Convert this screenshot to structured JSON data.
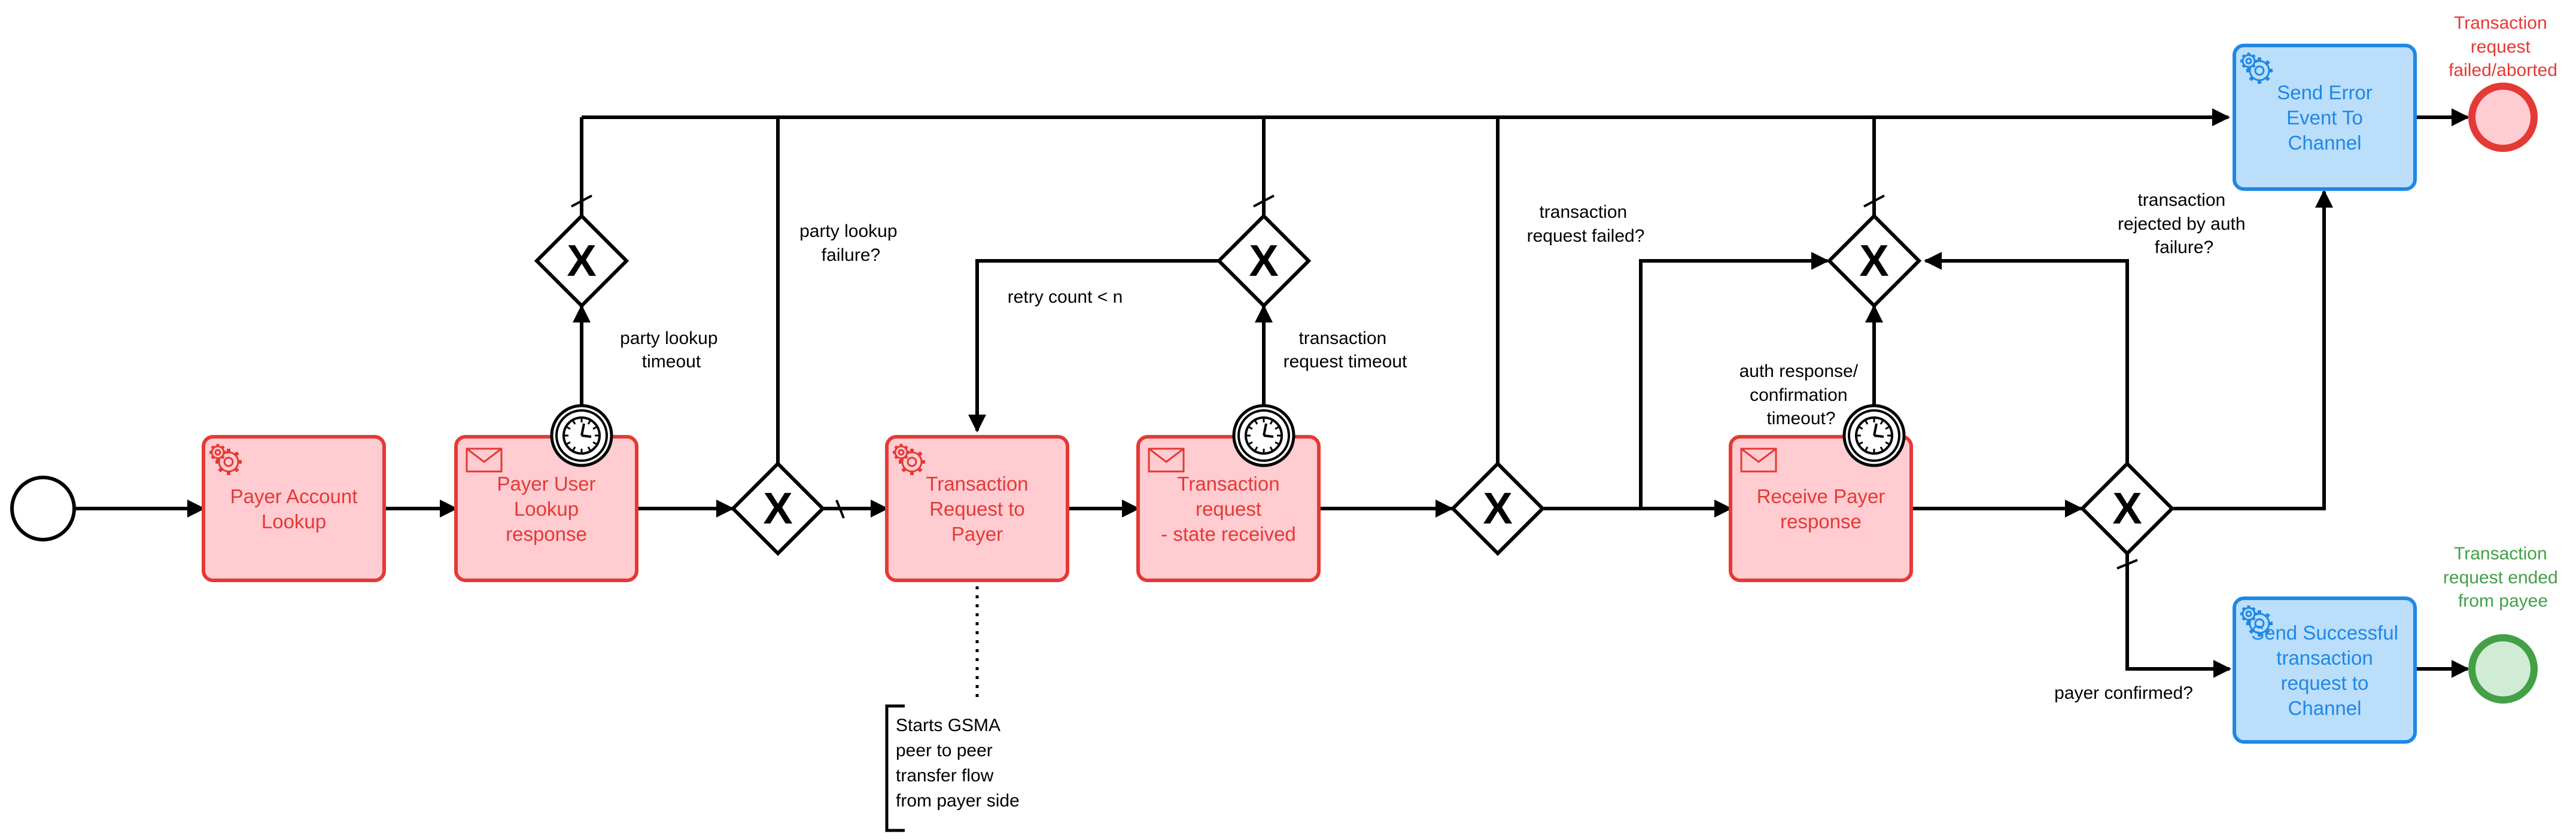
{
  "colors": {
    "red_fill": "#FFCCD1",
    "red_stroke": "#E53935",
    "red_text": "#E53935",
    "blue_fill": "#BBDEFB",
    "blue_stroke": "#1E88E5",
    "blue_text": "#1E88E5",
    "green_fill": "#D0ECD4",
    "green_stroke": "#43A047",
    "green_text": "#43A047",
    "line": "#000000"
  },
  "tasks": {
    "payer_account_lookup": {
      "lines": [
        "Payer Account",
        "Lookup"
      ],
      "icon": "gear-icon"
    },
    "payer_user_lookup_response": {
      "lines": [
        "Payer User",
        "Lookup",
        "response"
      ],
      "icon": "envelope-icon"
    },
    "transaction_request_to_payer": {
      "lines": [
        "Transaction",
        "Request to",
        "Payer"
      ],
      "icon": "gear-icon"
    },
    "transaction_request_state_received": {
      "lines": [
        "Transaction",
        "request",
        "- state received"
      ],
      "icon": "envelope-icon"
    },
    "receive_payer_response": {
      "lines": [
        "Receive Payer",
        "response"
      ],
      "icon": "envelope-icon"
    },
    "send_error_event": {
      "lines": [
        "Send Error",
        "Event To",
        "Channel"
      ],
      "icon": "gear-icon"
    },
    "send_successful_request": {
      "lines": [
        "Send Successful",
        "transaction",
        "request to",
        "Channel"
      ],
      "icon": "gear-icon"
    }
  },
  "end_events": {
    "failed": {
      "lines": [
        "Transaction",
        "request",
        "failed/aborted"
      ]
    },
    "success": {
      "lines": [
        "Transaction",
        "request ended",
        "from payee"
      ]
    }
  },
  "labels": {
    "party_lookup_timeout": [
      "party lookup",
      "timeout"
    ],
    "party_lookup_failure": [
      "party lookup",
      "failure?"
    ],
    "retry_count": [
      "retry count < n"
    ],
    "transaction_request_timeout": [
      "transaction",
      "request timeout"
    ],
    "transaction_request_failed": [
      "transaction",
      "request failed?"
    ],
    "auth_response_timeout": [
      "auth response/",
      "confirmation",
      "timeout?"
    ],
    "rejected_by_auth": [
      "transaction",
      "rejected by auth",
      "failure?"
    ],
    "payer_confirmed": [
      "payer confirmed?"
    ]
  },
  "annotation": {
    "lines": [
      "Starts GSMA",
      "peer to peer",
      "transfer flow",
      "from payer side"
    ]
  },
  "gateway_symbol": "X"
}
